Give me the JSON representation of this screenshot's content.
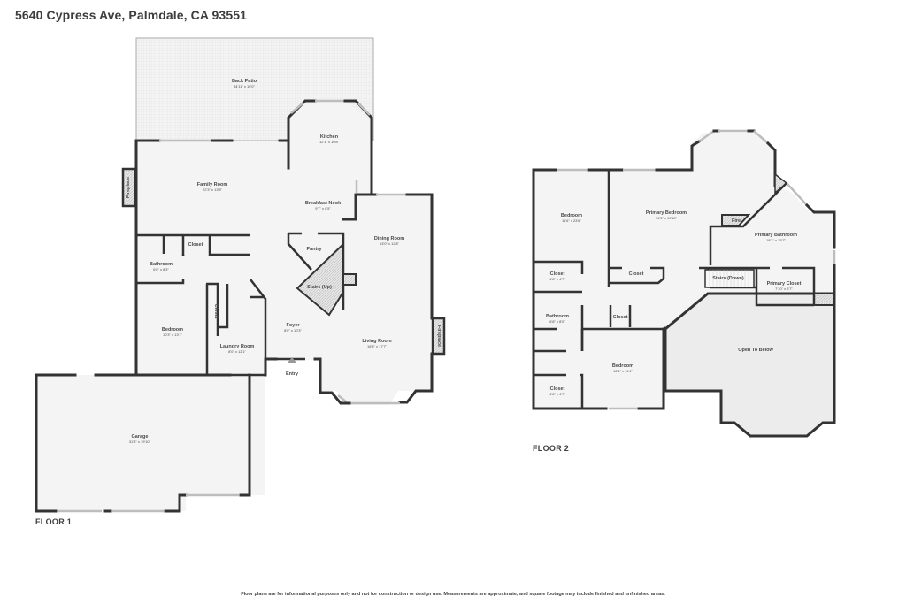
{
  "header": {
    "title": "5640 Cypress Ave, Palmdale, CA 93551"
  },
  "floor1": {
    "label": "FLOOR 1",
    "rooms": {
      "back_patio": {
        "name": "Back Patio",
        "dim": "34'11\" x 15'0\""
      },
      "kitchen": {
        "name": "Kitchen",
        "dim": "12'1\" x 10'8\""
      },
      "family_room": {
        "name": "Family Room",
        "dim": "22'3\" x 13'8\""
      },
      "breakfast_nook": {
        "name": "Breakfast Nook",
        "dim": "9'7\" x 8'5\""
      },
      "fireplace_left": {
        "name": "Fireplace"
      },
      "closet_1": {
        "name": "Closet"
      },
      "bathroom": {
        "name": "Bathroom",
        "dim": "6'6\" x 8'3\""
      },
      "pantry": {
        "name": "Pantry"
      },
      "stairs_up": {
        "name": "Stairs (Up)"
      },
      "dining_room": {
        "name": "Dining Room",
        "dim": "13'0\" x 12'8\""
      },
      "bedroom": {
        "name": "Bedroom",
        "dim": "10'3\" x 13'1\""
      },
      "closet_2": {
        "name": "Closet"
      },
      "laundry_room": {
        "name": "Laundry Room",
        "dim": "8'0\" x 12'1\""
      },
      "foyer": {
        "name": "Foyer",
        "dim": "8'0\" x 10'3\""
      },
      "living_room": {
        "name": "Living Room",
        "dim": "16'3\" x 17'7\""
      },
      "fireplace_right": {
        "name": "Fireplace"
      },
      "entry": {
        "name": "Entry"
      },
      "garage": {
        "name": "Garage",
        "dim": "31'3\" x 19'10\""
      }
    }
  },
  "floor2": {
    "label": "FLOOR 2",
    "rooms": {
      "bedroom_a": {
        "name": "Bedroom",
        "dim": "11'6\" x 23'6\""
      },
      "primary_bedroom": {
        "name": "Primary Bedroom",
        "dim": "24'3\" x 19'10\""
      },
      "fire": {
        "name": "Fire"
      },
      "primary_bathroom": {
        "name": "Primary Bathroom",
        "dim": "18'1\" x 15'7\""
      },
      "closet_a": {
        "name": "Closet",
        "dim": "4'8\" x 4'7\""
      },
      "closet_b": {
        "name": "Closet"
      },
      "stairs_down": {
        "name": "Stairs (Down)"
      },
      "primary_closet": {
        "name": "Primary Closet",
        "dim": "7'10\" x 5'7\""
      },
      "bathroom": {
        "name": "Bathroom",
        "dim": "6'8\" x 8'0\""
      },
      "closet_c": {
        "name": "Closet"
      },
      "open_to_below": {
        "name": "Open To Below"
      },
      "bedroom_b": {
        "name": "Bedroom",
        "dim": "12'1\" x 11'4\""
      },
      "closet_d": {
        "name": "Closet",
        "dim": "4'8\" x 4'7\""
      }
    }
  },
  "footer": {
    "disclaimer": "Floor plans are for informational purposes only and not for construction or design use. Measurements are approximate, and square footage may include finished and unfinished areas."
  }
}
